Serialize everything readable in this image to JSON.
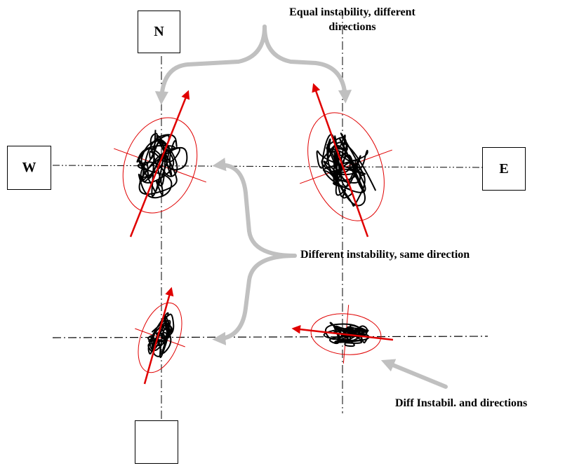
{
  "direction_boxes": {
    "north": "N",
    "west": "W",
    "east": "E",
    "south": ""
  },
  "annotations": {
    "equal_instability": "Equal instability, different directions",
    "different_instability": "Different instability, same direction",
    "diff_both": "Diff Instabil. and directions"
  },
  "colors": {
    "trace": "#000000",
    "ellipse": "#e00000",
    "arrow": "#e00000",
    "callout_arrow": "#c0c0c0",
    "axis": "#000000"
  }
}
